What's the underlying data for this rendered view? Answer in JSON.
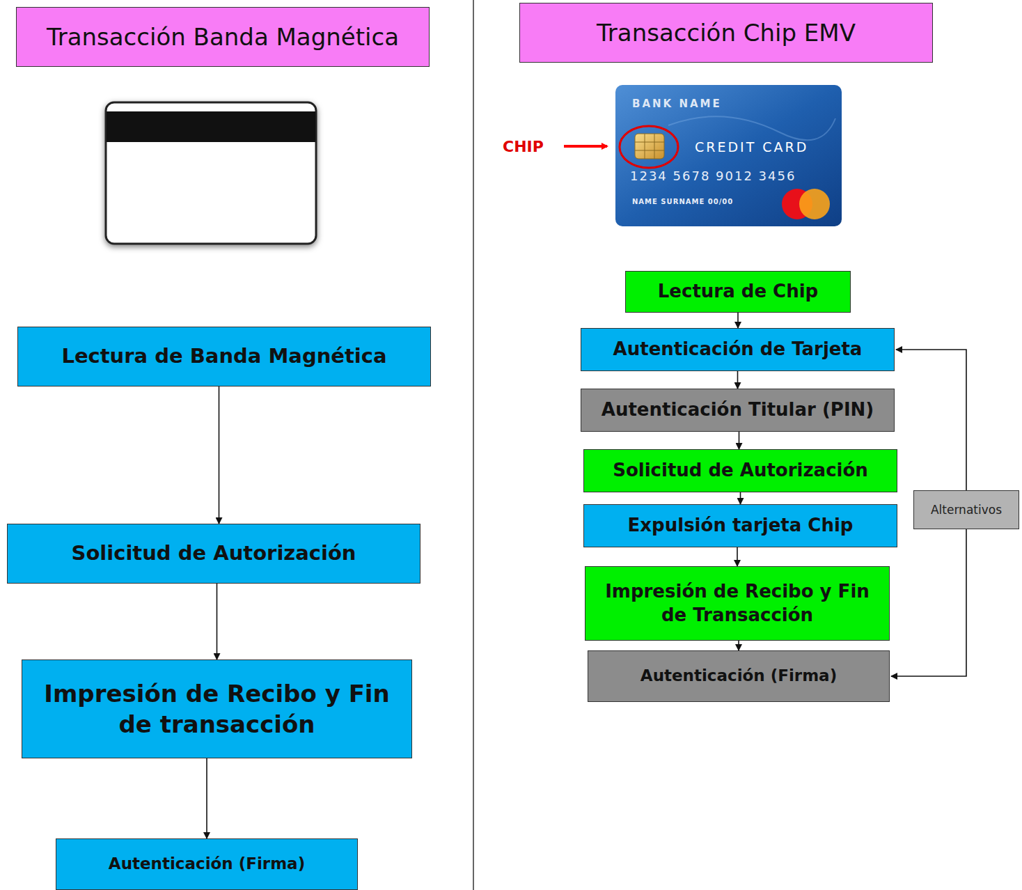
{
  "diagram": {
    "nodes": [
      {
        "text": [
          "Transacción Banda Magnética"
        ]
      },
      {
        "text": [
          "Lectura de Banda Magnética"
        ]
      },
      {
        "text": [
          "Solicitud de Autorización"
        ]
      },
      {
        "text": [
          "Impresión de Recibo y Fin de transacción"
        ]
      },
      {
        "text": [
          "Autenticación (Firma)"
        ]
      },
      {
        "text": [
          "Transacción Chip EMV"
        ]
      },
      {
        "text": [
          "Lectura de Chip"
        ]
      },
      {
        "text": [
          "Autenticación de Tarjeta"
        ]
      },
      {
        "text": [
          "Autenticación Titular (PIN)"
        ]
      },
      {
        "text": [
          "Solicitud de Autorización"
        ]
      },
      {
        "text": [
          "Expulsión tarjeta Chip"
        ]
      },
      {
        "text": [
          "Impresión de Recibo y Fin de Transacción"
        ]
      },
      {
        "text": [
          "Autenticación (Firma)"
        ]
      },
      {
        "text": [
          "Alternativos"
        ]
      }
    ],
    "edges": [
      {
        "from": 1,
        "to": 2,
        "arrow": "to"
      },
      {
        "from": 2,
        "to": 3,
        "arrow": "to"
      },
      {
        "from": 3,
        "to": 4,
        "arrow": "to"
      },
      {
        "from": 6,
        "to": 7,
        "arrow": "to"
      },
      {
        "from": 7,
        "to": 8,
        "arrow": "to"
      },
      {
        "from": 8,
        "to": 9,
        "arrow": "to"
      },
      {
        "from": 9,
        "to": 10,
        "arrow": "to"
      },
      {
        "from": 10,
        "to": 11,
        "arrow": "to"
      },
      {
        "from": 11,
        "to": 12,
        "arrow": "to"
      },
      {
        "from": 13,
        "to": 7,
        "arrow": "to"
      },
      {
        "from": 13,
        "to": 12,
        "arrow": "to"
      }
    ],
    "labels": [
      "CHIP",
      "BANK NAME",
      "CREDIT CARD",
      "1234 5678 9012 3456",
      "NAME SURNAME 00/00"
    ]
  }
}
